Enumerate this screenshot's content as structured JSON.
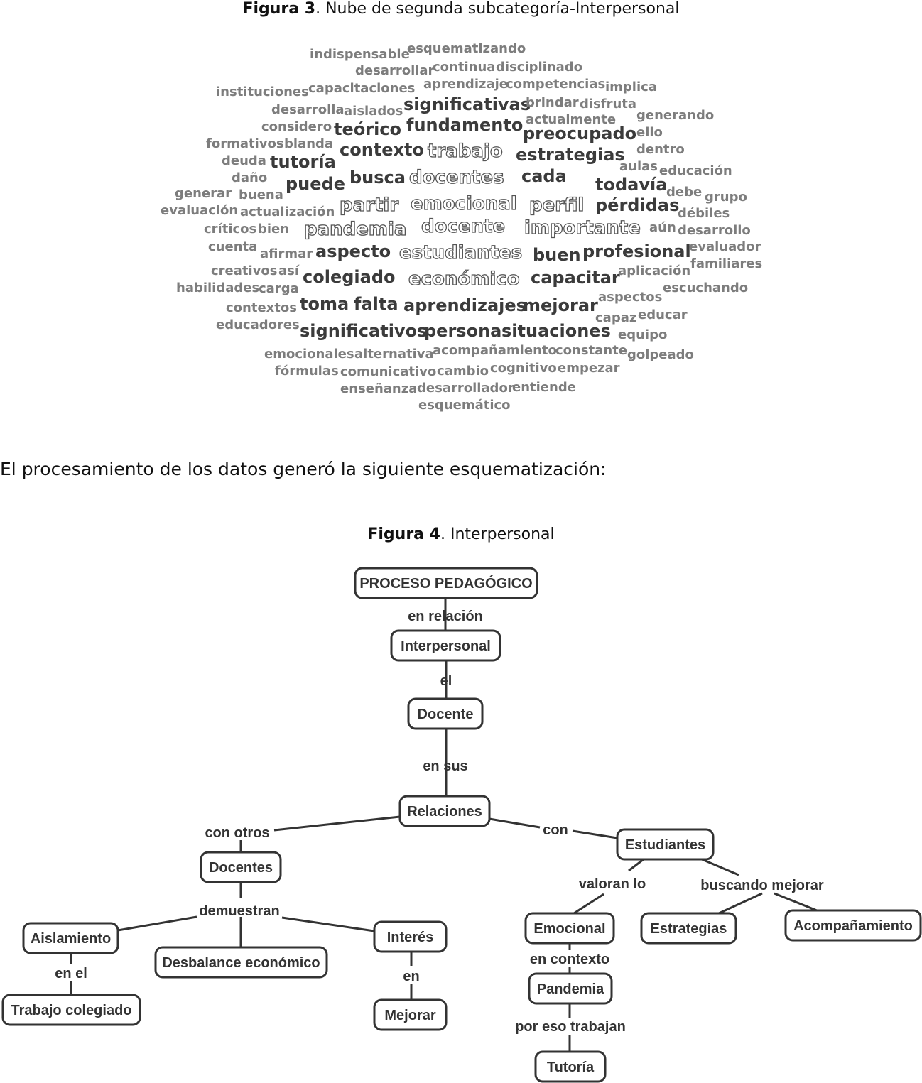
{
  "figure3": {
    "caption_bold": "Figura 3",
    "caption_rest": ". Nube de segunda subcategoría-Interpersonal"
  },
  "paragraph": "El procesamiento de los datos generó la siguiente esquematización:",
  "figure4": {
    "caption_bold": "Figura 4",
    "caption_rest": ". Interpersonal"
  },
  "word_cloud": {
    "words": [
      {
        "text": "indispensable",
        "style": "light",
        "size": 18
      },
      {
        "text": "esquematizando",
        "style": "light",
        "size": 18
      },
      {
        "text": "desarrollar",
        "style": "light",
        "size": 18
      },
      {
        "text": "continua",
        "style": "light",
        "size": 18
      },
      {
        "text": "disciplinado",
        "style": "light",
        "size": 18
      },
      {
        "text": "instituciones",
        "style": "light",
        "size": 18
      },
      {
        "text": "capacitaciones",
        "style": "light",
        "size": 18
      },
      {
        "text": "aprendizaje",
        "style": "light",
        "size": 18
      },
      {
        "text": "competencias",
        "style": "light",
        "size": 18
      },
      {
        "text": "implica",
        "style": "light",
        "size": 18
      },
      {
        "text": "desarrolla",
        "style": "light",
        "size": 18
      },
      {
        "text": "aislados",
        "style": "light",
        "size": 18
      },
      {
        "text": "significativas",
        "style": "dark",
        "size": 24
      },
      {
        "text": "brindar",
        "style": "light",
        "size": 18
      },
      {
        "text": "disfruta",
        "style": "light",
        "size": 18
      },
      {
        "text": "actualmente",
        "style": "light",
        "size": 18
      },
      {
        "text": "generando",
        "style": "light",
        "size": 18
      },
      {
        "text": "considero",
        "style": "light",
        "size": 18
      },
      {
        "text": "teórico",
        "style": "dark",
        "size": 24
      },
      {
        "text": "fundamento",
        "style": "dark",
        "size": 24
      },
      {
        "text": "preocupado",
        "style": "dark",
        "size": 24
      },
      {
        "text": "ello",
        "style": "light",
        "size": 18
      },
      {
        "text": "formativos",
        "style": "light",
        "size": 18
      },
      {
        "text": "blanda",
        "style": "light",
        "size": 18
      },
      {
        "text": "contexto",
        "style": "dark",
        "size": 24
      },
      {
        "text": "trabajo",
        "style": "outline",
        "size": 26
      },
      {
        "text": "estrategias",
        "style": "dark",
        "size": 24
      },
      {
        "text": "dentro",
        "style": "light",
        "size": 18
      },
      {
        "text": "deuda",
        "style": "light",
        "size": 18
      },
      {
        "text": "tutoría",
        "style": "dark",
        "size": 24
      },
      {
        "text": "aulas",
        "style": "light",
        "size": 18
      },
      {
        "text": "educación",
        "style": "light",
        "size": 18
      },
      {
        "text": "daño",
        "style": "light",
        "size": 18
      },
      {
        "text": "busca",
        "style": "dark",
        "size": 24
      },
      {
        "text": "docentes",
        "style": "outline",
        "size": 26
      },
      {
        "text": "cada",
        "style": "dark",
        "size": 24
      },
      {
        "text": "puede",
        "style": "dark",
        "size": 24
      },
      {
        "text": "todavía",
        "style": "dark",
        "size": 24
      },
      {
        "text": "generar",
        "style": "light",
        "size": 18
      },
      {
        "text": "buena",
        "style": "light",
        "size": 18
      },
      {
        "text": "debe",
        "style": "light",
        "size": 18
      },
      {
        "text": "grupo",
        "style": "light",
        "size": 18
      },
      {
        "text": "evaluación",
        "style": "light",
        "size": 18
      },
      {
        "text": "actualización",
        "style": "light",
        "size": 18
      },
      {
        "text": "partir",
        "style": "outline",
        "size": 26
      },
      {
        "text": "emocional",
        "style": "outline",
        "size": 26
      },
      {
        "text": "perfil",
        "style": "outline",
        "size": 26
      },
      {
        "text": "pérdidas",
        "style": "dark",
        "size": 24
      },
      {
        "text": "débiles",
        "style": "light",
        "size": 18
      },
      {
        "text": "críticos",
        "style": "light",
        "size": 18
      },
      {
        "text": "bien",
        "style": "light",
        "size": 18
      },
      {
        "text": "pandemia",
        "style": "outline",
        "size": 26
      },
      {
        "text": "docente",
        "style": "outline",
        "size": 26
      },
      {
        "text": "importante",
        "style": "outline",
        "size": 26
      },
      {
        "text": "aún",
        "style": "light",
        "size": 18
      },
      {
        "text": "desarrollo",
        "style": "light",
        "size": 18
      },
      {
        "text": "cuenta",
        "style": "light",
        "size": 18
      },
      {
        "text": "afirmar",
        "style": "light",
        "size": 18
      },
      {
        "text": "aspecto",
        "style": "dark",
        "size": 24
      },
      {
        "text": "estudiantes",
        "style": "outline",
        "size": 26
      },
      {
        "text": "buen",
        "style": "dark",
        "size": 24
      },
      {
        "text": "profesional",
        "style": "dark",
        "size": 24
      },
      {
        "text": "evaluador",
        "style": "light",
        "size": 18
      },
      {
        "text": "creativos",
        "style": "light",
        "size": 18
      },
      {
        "text": "así",
        "style": "light",
        "size": 18
      },
      {
        "text": "familiares",
        "style": "light",
        "size": 18
      },
      {
        "text": "colegiado",
        "style": "dark",
        "size": 24
      },
      {
        "text": "económico",
        "style": "outline",
        "size": 26
      },
      {
        "text": "capacitar",
        "style": "dark",
        "size": 24
      },
      {
        "text": "aplicación",
        "style": "light",
        "size": 18
      },
      {
        "text": "habilidades",
        "style": "light",
        "size": 18
      },
      {
        "text": "carga",
        "style": "light",
        "size": 18
      },
      {
        "text": "escuchando",
        "style": "light",
        "size": 18
      },
      {
        "text": "aspectos",
        "style": "light",
        "size": 18
      },
      {
        "text": "contextos",
        "style": "light",
        "size": 18
      },
      {
        "text": "toma",
        "style": "dark",
        "size": 24
      },
      {
        "text": "falta",
        "style": "dark",
        "size": 24
      },
      {
        "text": "aprendizajes",
        "style": "dark",
        "size": 24
      },
      {
        "text": "mejorar",
        "style": "dark",
        "size": 24
      },
      {
        "text": "educar",
        "style": "light",
        "size": 18
      },
      {
        "text": "capaz",
        "style": "light",
        "size": 18
      },
      {
        "text": "educadores",
        "style": "light",
        "size": 18
      },
      {
        "text": "significativos",
        "style": "dark",
        "size": 24
      },
      {
        "text": "persona",
        "style": "dark",
        "size": 24
      },
      {
        "text": "situaciones",
        "style": "dark",
        "size": 24
      },
      {
        "text": "equipo",
        "style": "light",
        "size": 18
      },
      {
        "text": "emocionales",
        "style": "light",
        "size": 18
      },
      {
        "text": "alternativa",
        "style": "light",
        "size": 18
      },
      {
        "text": "acompañamiento",
        "style": "light",
        "size": 18
      },
      {
        "text": "constante",
        "style": "light",
        "size": 18
      },
      {
        "text": "golpeado",
        "style": "light",
        "size": 18
      },
      {
        "text": "fórmulas",
        "style": "light",
        "size": 18
      },
      {
        "text": "comunicativo",
        "style": "light",
        "size": 18
      },
      {
        "text": "cambio",
        "style": "light",
        "size": 18
      },
      {
        "text": "cognitivo",
        "style": "light",
        "size": 18
      },
      {
        "text": "empezar",
        "style": "light",
        "size": 18
      },
      {
        "text": "enseñanza",
        "style": "light",
        "size": 18
      },
      {
        "text": "desarrollador",
        "style": "light",
        "size": 18
      },
      {
        "text": "entiende",
        "style": "light",
        "size": 18
      },
      {
        "text": "esquemático",
        "style": "light",
        "size": 18
      }
    ]
  },
  "concept_map": {
    "nodes": [
      {
        "id": "proceso",
        "label": "PROCESO PEDAGÓGICO"
      },
      {
        "id": "interpersonal",
        "label": "Interpersonal"
      },
      {
        "id": "docente",
        "label": "Docente"
      },
      {
        "id": "relaciones",
        "label": "Relaciones"
      },
      {
        "id": "docentes",
        "label": "Docentes"
      },
      {
        "id": "estudiantes",
        "label": "Estudiantes"
      },
      {
        "id": "aislamiento",
        "label": "Aislamiento"
      },
      {
        "id": "desbalance",
        "label": "Desbalance económico"
      },
      {
        "id": "interes",
        "label": "Interés"
      },
      {
        "id": "trabajo",
        "label": "Trabajo colegiado"
      },
      {
        "id": "mejorar",
        "label": "Mejorar"
      },
      {
        "id": "emocional",
        "label": "Emocional"
      },
      {
        "id": "estrategias",
        "label": "Estrategias"
      },
      {
        "id": "acompanamiento",
        "label": "Acompañamiento"
      },
      {
        "id": "pandemia",
        "label": "Pandemia"
      },
      {
        "id": "tutoria",
        "label": "Tutoría"
      }
    ],
    "links": [
      {
        "id": "en_relacion",
        "label": "en relación"
      },
      {
        "id": "el",
        "label": "el"
      },
      {
        "id": "en_sus",
        "label": "en sus"
      },
      {
        "id": "con_otros",
        "label": "con otros"
      },
      {
        "id": "con",
        "label": "con"
      },
      {
        "id": "demuestran",
        "label": "demuestran"
      },
      {
        "id": "en_el",
        "label": "en el"
      },
      {
        "id": "en",
        "label": "en"
      },
      {
        "id": "valoran_lo",
        "label": "valoran lo"
      },
      {
        "id": "buscando_mejorar",
        "label": "buscando mejorar"
      },
      {
        "id": "en_contexto",
        "label": "en contexto"
      },
      {
        "id": "por_eso_trabajan",
        "label": "por eso trabajan"
      }
    ]
  }
}
